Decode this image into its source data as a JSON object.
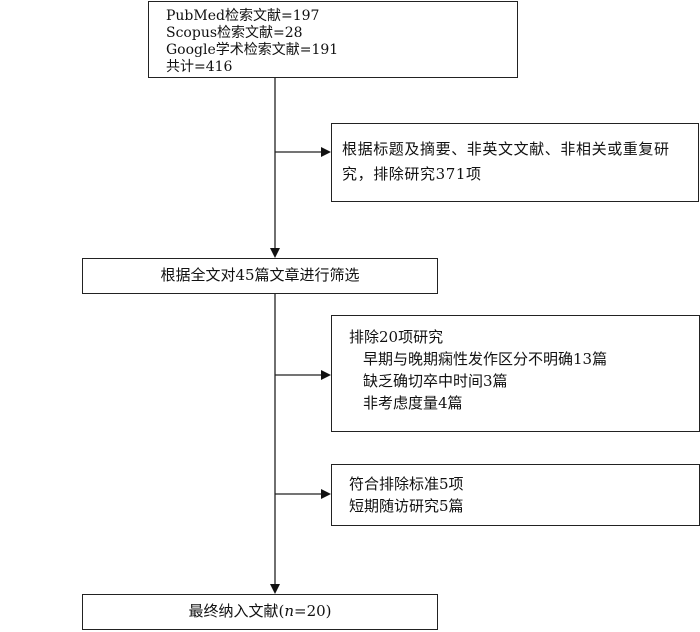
{
  "flowchart": {
    "search": {
      "lines": [
        "PubMed检索文献=197",
        "Scopus检索文献=28",
        "Google学术检索文献=191",
        "共计=416"
      ]
    },
    "exclusion_initial": {
      "text": "根据标题及摘要、非英文文献、非相关或重复研究，排除研究371项"
    },
    "fulltext_screening": {
      "text": "根据全文对45篇文章进行筛选"
    },
    "exclusion_fulltext": {
      "heading": "排除20项研究",
      "items": [
        "早期与晚期痫性发作区分不明确13篇",
        "缺乏确切卒中时间3篇",
        "非考虑度量4篇"
      ]
    },
    "exclusion_other": {
      "lines": [
        "符合排除标准5项",
        "短期随访研究5篇"
      ]
    },
    "final": {
      "prefix": "最终纳入文献(",
      "n_symbol": "n",
      "suffix": "=20)"
    }
  }
}
